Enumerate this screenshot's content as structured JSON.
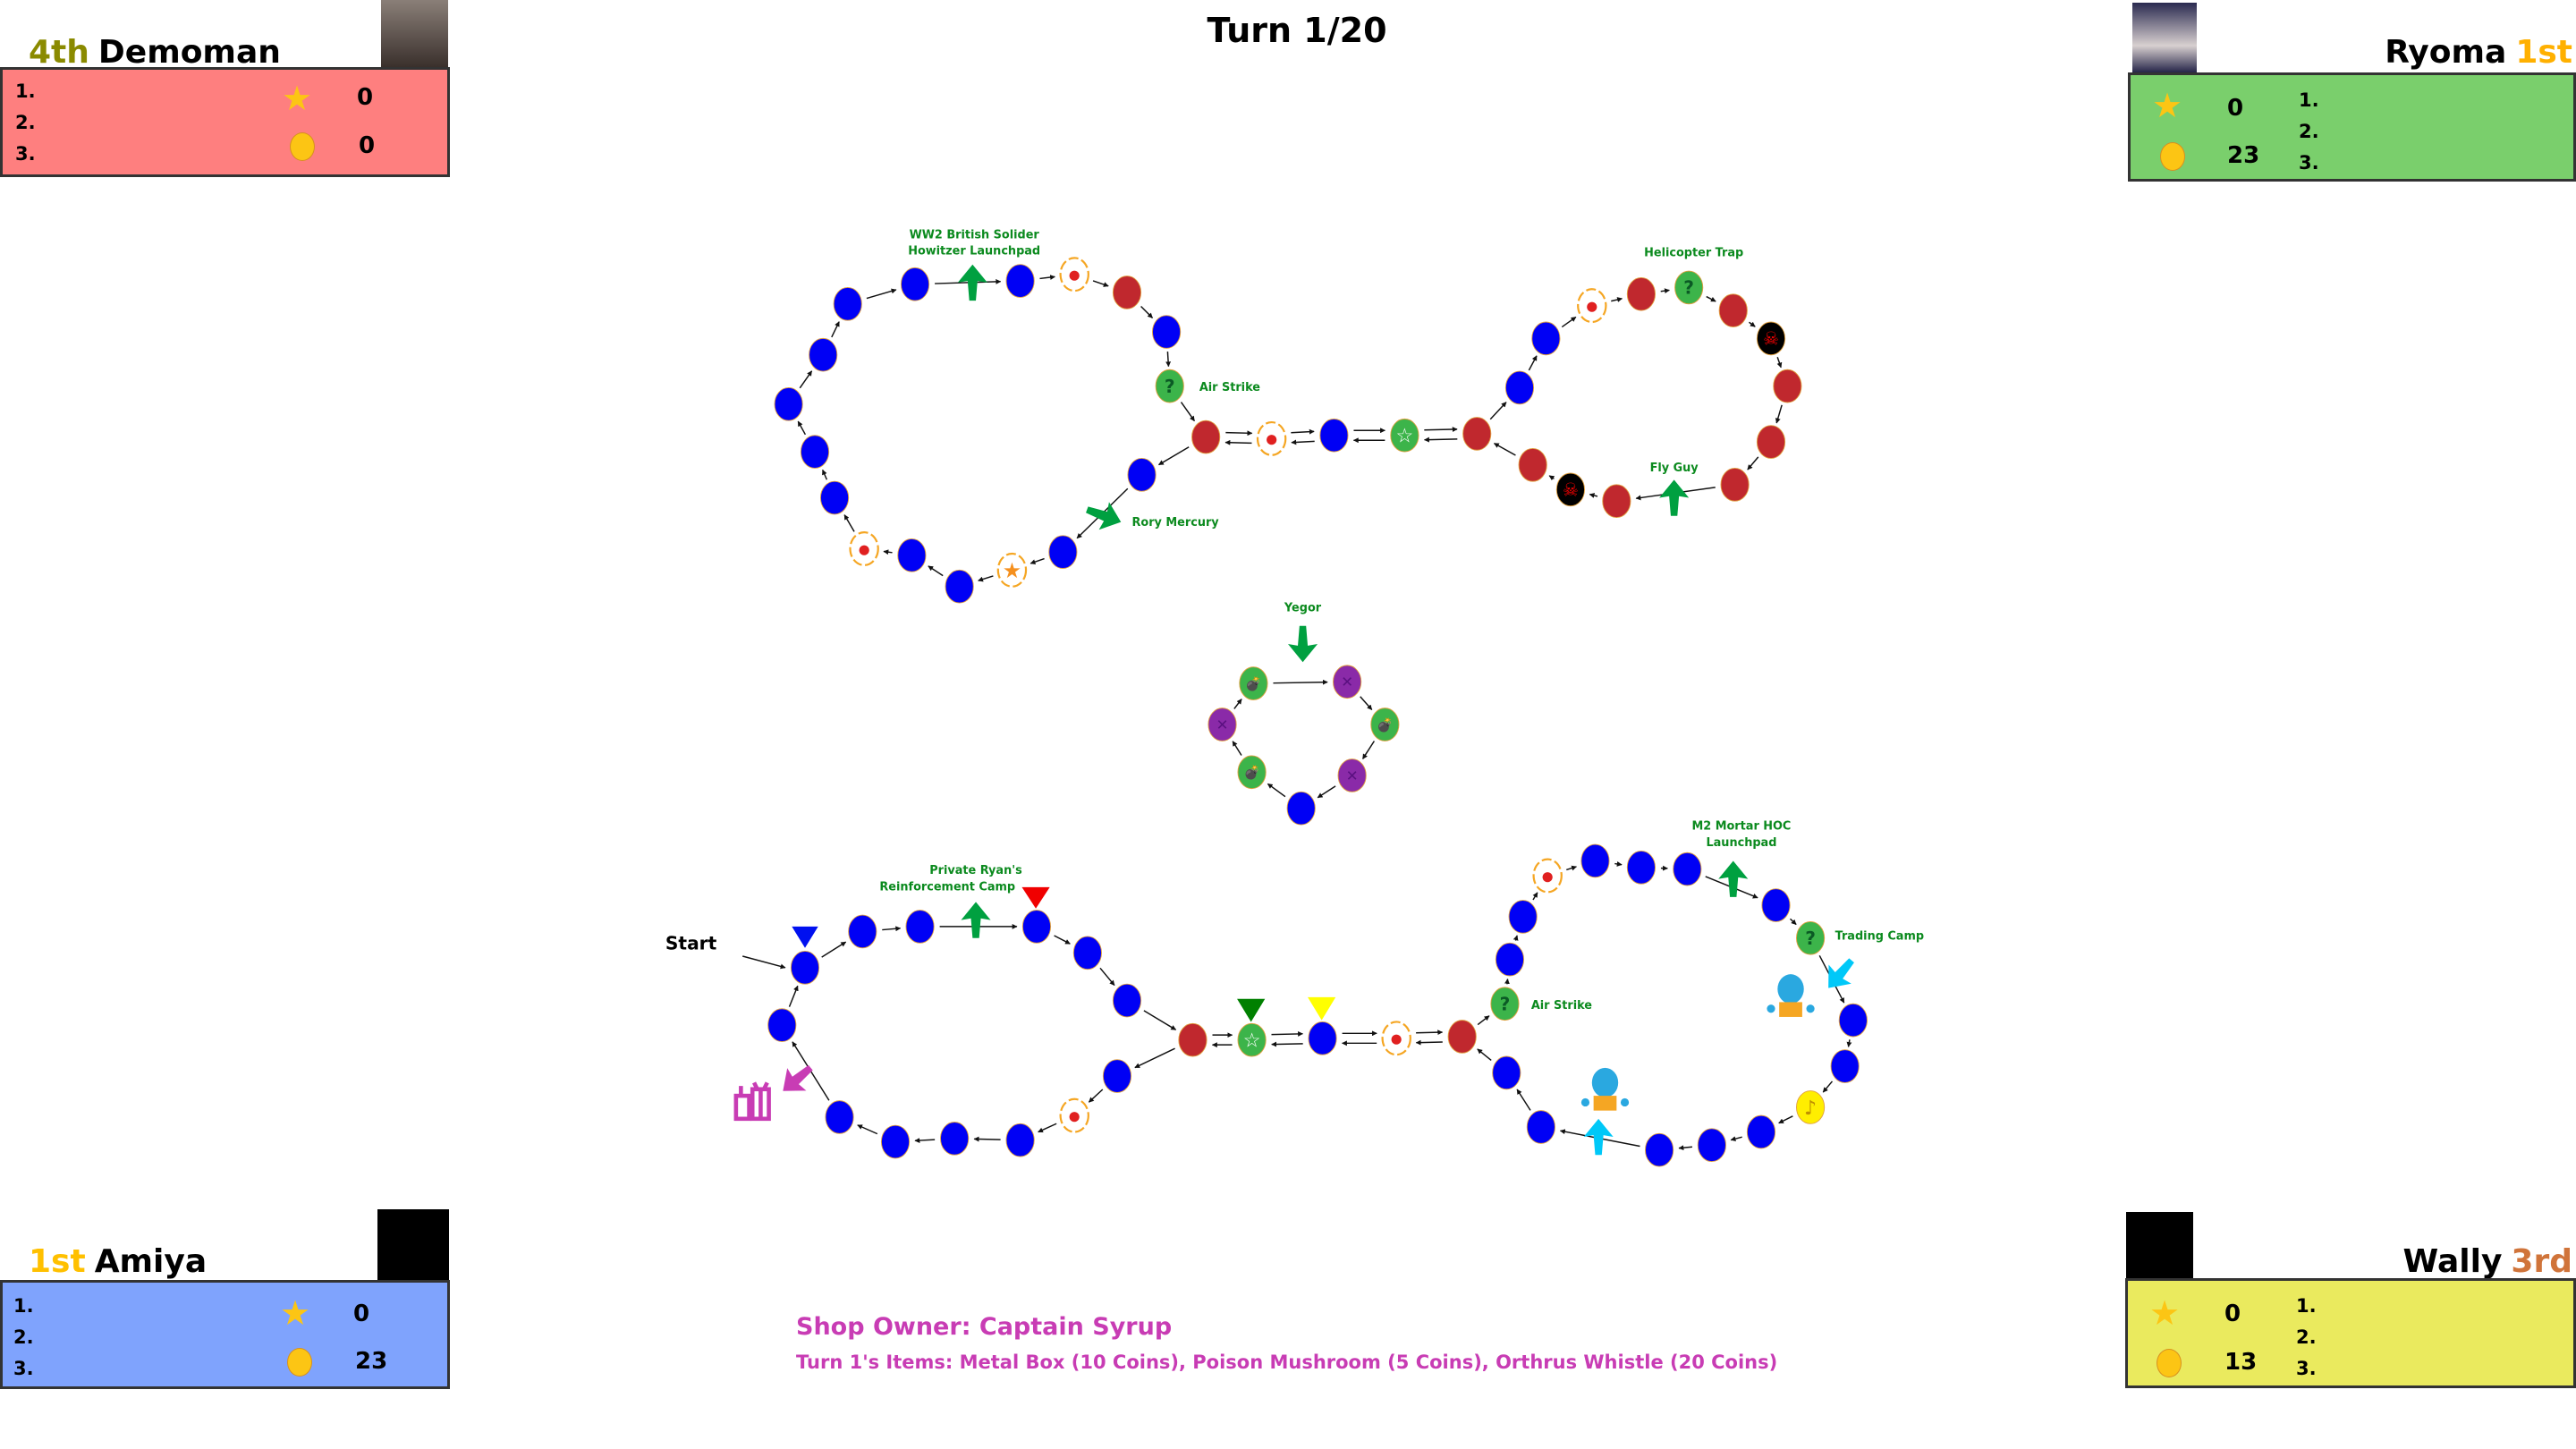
{
  "turn": "Turn 1/20",
  "players": [
    {
      "place": "4th",
      "name": "Demoman",
      "stars": "0",
      "coins": "0",
      "slots": [
        "1.",
        "2.",
        "3."
      ],
      "panel_color": "#fe7f7f",
      "place_color": "#8a8a00"
    },
    {
      "place": "1st",
      "name": "Ryoma",
      "stars": "0",
      "coins": "23",
      "slots": [
        "1.",
        "2.",
        "3."
      ],
      "panel_color": "#7acf6c",
      "place_color": "#ffb000"
    },
    {
      "place": "1st",
      "name": "Amiya",
      "stars": "0",
      "coins": "23",
      "slots": [
        "1.",
        "2.",
        "3."
      ],
      "panel_color": "#7fa3fd",
      "place_color": "#ffc000"
    },
    {
      "place": "3rd",
      "name": "Wally",
      "stars": "0",
      "coins": "13",
      "slots": [
        "1.",
        "2.",
        "3."
      ],
      "panel_color": "#eaea5e",
      "place_color": "#d0743a"
    }
  ],
  "board_labels": {
    "ww2_1": "WW2 British Solider",
    "ww2_2": "Howitzer Launchpad",
    "air_strike_top": "Air Strike",
    "rory": "Rory Mercury",
    "heli": "Helicopter Trap",
    "fly_guy": "Fly Guy",
    "yegor": "Yegor",
    "ryan_1": "Private Ryan's",
    "ryan_2": "Reinforcement Camp",
    "m2_1": "M2 Mortar HOC",
    "m2_2": "Launchpad",
    "trading": "Trading Camp",
    "air_strike_bottom": "Air Strike",
    "start": "Start"
  },
  "shop": {
    "owner": "Shop Owner: Captain Syrup",
    "items": "Turn 1's Items: Metal Box (10 Coins), Poison Mushroom (5 Coins), Orthrus Whistle (20 Coins)"
  },
  "colors": {
    "blue_space": "#0000f5",
    "red_space": "#c0282e",
    "green_space": "#3cb44a",
    "accent_green": "#00a040",
    "cyan": "#00c8f8",
    "magenta": "#c83cb4"
  }
}
